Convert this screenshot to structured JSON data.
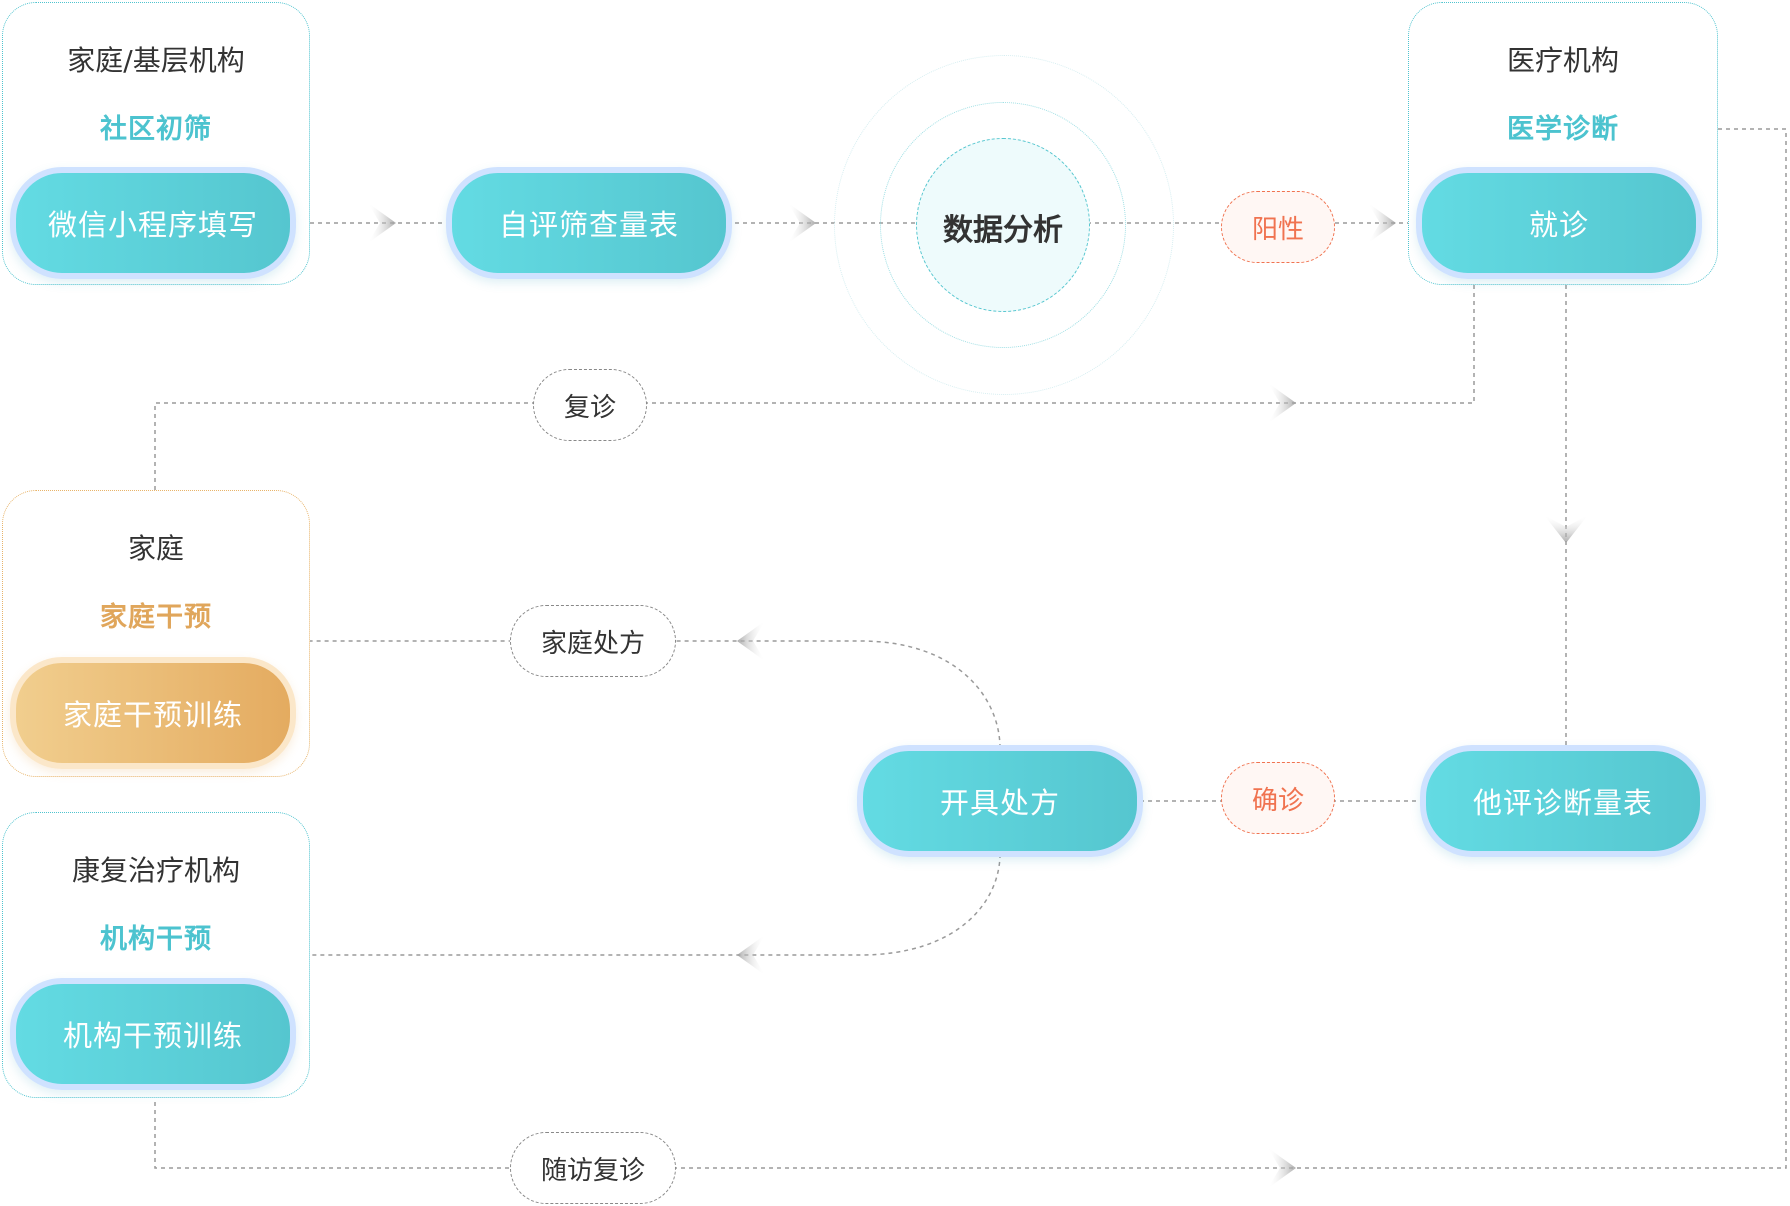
{
  "groups": {
    "community": {
      "title": "家庭/基层机构",
      "subtitle": "社区初筛",
      "pill": "微信小程序填写"
    },
    "medical": {
      "title": "医疗机构",
      "subtitle": "医学诊断",
      "pill": "就诊"
    },
    "home": {
      "title": "家庭",
      "subtitle": "家庭干预",
      "pill": "家庭干预训练"
    },
    "rehab": {
      "title": "康复治疗机构",
      "subtitle": "机构干预",
      "pill": "机构干预训练"
    }
  },
  "nodes": {
    "self_scale": "自评筛查量表",
    "data_analysis": "数据分析",
    "other_scale": "他评诊断量表",
    "prescription": "开具处方"
  },
  "labels": {
    "positive": "阳性",
    "confirmed": "确诊",
    "revisit": "复诊",
    "home_prescription": "家庭处方",
    "followup": "随访复诊"
  },
  "colors": {
    "teal": "#4cc3cf",
    "orange": "#e0a65b",
    "alert": "#f07350",
    "line": "#9a9a9a"
  }
}
